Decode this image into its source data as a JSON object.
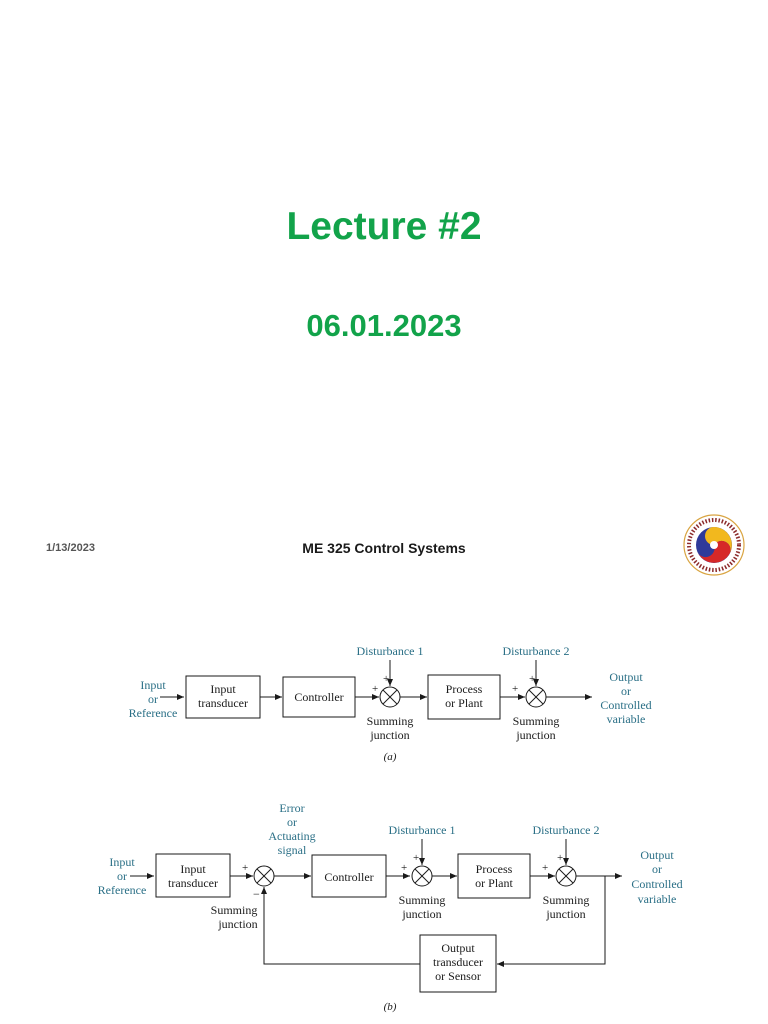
{
  "slide": {
    "title": "Lecture #2",
    "date": "06.01.2023"
  },
  "footer": {
    "date": "1/13/2023",
    "course": "ME 325 Control Systems"
  },
  "diagram_a": {
    "input_label": [
      "Input",
      "or",
      "Reference"
    ],
    "block_input_transducer": [
      "Input",
      "transducer"
    ],
    "block_controller": "Controller",
    "block_process": [
      "Process",
      "or Plant"
    ],
    "disturbance_1": "Disturbance 1",
    "disturbance_2": "Disturbance 2",
    "summing_junction": [
      "Summing",
      "junction"
    ],
    "output_label": [
      "Output",
      "or",
      "Controlled",
      "variable"
    ],
    "plus": "+",
    "caption": "(a)"
  },
  "diagram_b": {
    "input_label": [
      "Input",
      "or",
      "Reference"
    ],
    "block_input_transducer": [
      "Input",
      "transducer"
    ],
    "error_label": [
      "Error",
      "or",
      "Actuating",
      "signal"
    ],
    "block_controller": "Controller",
    "block_process": [
      "Process",
      "or Plant"
    ],
    "block_sensor": [
      "Output",
      "transducer",
      "or Sensor"
    ],
    "disturbance_1": "Disturbance 1",
    "disturbance_2": "Disturbance 2",
    "summing_junction": [
      "Summing",
      "junction"
    ],
    "output_label": [
      "Output",
      "or",
      "Controlled",
      "variable"
    ],
    "plus": "+",
    "minus": "−",
    "caption": "(b)"
  },
  "colors": {
    "title_green": "#12a34a",
    "label_teal": "#2a6f86",
    "line_black": "#1a1a1a"
  }
}
